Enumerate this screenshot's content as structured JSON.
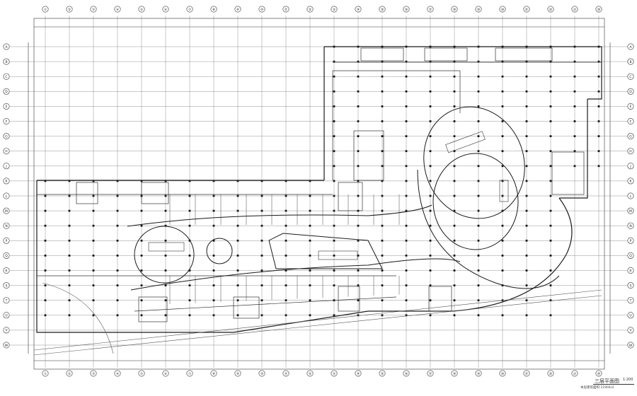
{
  "drawing": {
    "title": "三层平面图",
    "scale": "1:200",
    "subtitle": "本层建筑面积:11904㎡",
    "colors": {
      "line": "#1a1a1a",
      "grid": "#555555",
      "thin": "#777777"
    },
    "column_axes_top": [
      "①",
      "②",
      "③",
      "④",
      "⑤",
      "⑥",
      "⑦",
      "⑧",
      "⑨",
      "⑩",
      "⑪",
      "⑫",
      "⑬",
      "⑭",
      "⑮",
      "⑯",
      "⑰",
      "⑱",
      "⑲",
      "⑳",
      "㉑",
      "㉒",
      "㉓",
      "㉔"
    ],
    "row_axes_left": [
      "A",
      "B",
      "C",
      "D",
      "E",
      "F",
      "G",
      "H",
      "J",
      "K",
      "L",
      "M",
      "N",
      "P",
      "Q",
      "R",
      "S",
      "T",
      "U",
      "V",
      "W"
    ]
  }
}
